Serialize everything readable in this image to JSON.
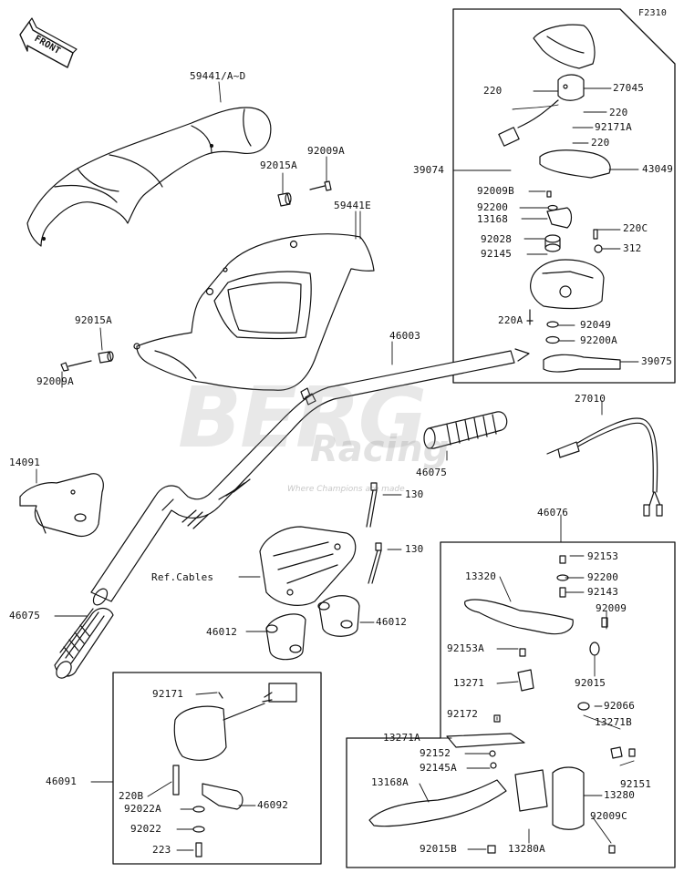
{
  "code": "F2310",
  "front": "FRONT",
  "watermark": {
    "brand": "BERG",
    "sub": "Racing",
    "tagline": "Where Champions are made"
  },
  "labels": [
    {
      "id": "59441_a_d",
      "text": "59441/A~D"
    },
    {
      "id": "92009a_top",
      "text": "92009A"
    },
    {
      "id": "92015a_top",
      "text": "92015A"
    },
    {
      "id": "59441e",
      "text": "59441E"
    },
    {
      "id": "92015a_left",
      "text": "92015A"
    },
    {
      "id": "92009a_left",
      "text": "92009A"
    },
    {
      "id": "46003",
      "text": "46003"
    },
    {
      "id": "14091",
      "text": "14091"
    },
    {
      "id": "130_a",
      "text": "130"
    },
    {
      "id": "130_b",
      "text": "130"
    },
    {
      "id": "ref_cables",
      "text": "Ref.Cables"
    },
    {
      "id": "46012_a",
      "text": "46012"
    },
    {
      "id": "46012_b",
      "text": "46012"
    },
    {
      "id": "46075_left",
      "text": "46075"
    },
    {
      "id": "46075_mid",
      "text": "46075"
    },
    {
      "id": "27010",
      "text": "27010"
    },
    {
      "id": "46076",
      "text": "46076"
    },
    {
      "id": "220_a",
      "text": "220"
    },
    {
      "id": "27045",
      "text": "27045"
    },
    {
      "id": "220_b",
      "text": "220"
    },
    {
      "id": "92171a",
      "text": "92171A"
    },
    {
      "id": "220_c",
      "text": "220"
    },
    {
      "id": "39074",
      "text": "39074"
    },
    {
      "id": "43049",
      "text": "43049"
    },
    {
      "id": "92009b",
      "text": "92009B"
    },
    {
      "id": "92200_a",
      "text": "92200"
    },
    {
      "id": "13168",
      "text": "13168"
    },
    {
      "id": "220c",
      "text": "220C"
    },
    {
      "id": "92028",
      "text": "92028"
    },
    {
      "id": "312",
      "text": "312"
    },
    {
      "id": "92145",
      "text": "92145"
    },
    {
      "id": "220a",
      "text": "220A"
    },
    {
      "id": "92049",
      "text": "92049"
    },
    {
      "id": "92200a",
      "text": "92200A"
    },
    {
      "id": "39075",
      "text": "39075"
    },
    {
      "id": "92153",
      "text": "92153"
    },
    {
      "id": "13320",
      "text": "13320"
    },
    {
      "id": "92200_b",
      "text": "92200"
    },
    {
      "id": "92143",
      "text": "92143"
    },
    {
      "id": "92009",
      "text": "92009"
    },
    {
      "id": "92153a",
      "text": "92153A"
    },
    {
      "id": "13271",
      "text": "13271"
    },
    {
      "id": "92015",
      "text": "92015"
    },
    {
      "id": "92172",
      "text": "92172"
    },
    {
      "id": "92066",
      "text": "92066"
    },
    {
      "id": "13271a",
      "text": "13271A"
    },
    {
      "id": "13271b",
      "text": "13271B"
    },
    {
      "id": "92152",
      "text": "92152"
    },
    {
      "id": "92145a",
      "text": "92145A"
    },
    {
      "id": "13168a",
      "text": "13168A"
    },
    {
      "id": "92151",
      "text": "92151"
    },
    {
      "id": "13280",
      "text": "13280"
    },
    {
      "id": "92009c",
      "text": "92009C"
    },
    {
      "id": "92015b",
      "text": "92015B"
    },
    {
      "id": "13280a",
      "text": "13280A"
    },
    {
      "id": "92171",
      "text": "92171"
    },
    {
      "id": "46091",
      "text": "46091"
    },
    {
      "id": "220b",
      "text": "220B"
    },
    {
      "id": "92022a",
      "text": "92022A"
    },
    {
      "id": "46092",
      "text": "46092"
    },
    {
      "id": "92022",
      "text": "92022"
    },
    {
      "id": "223",
      "text": "223"
    }
  ]
}
